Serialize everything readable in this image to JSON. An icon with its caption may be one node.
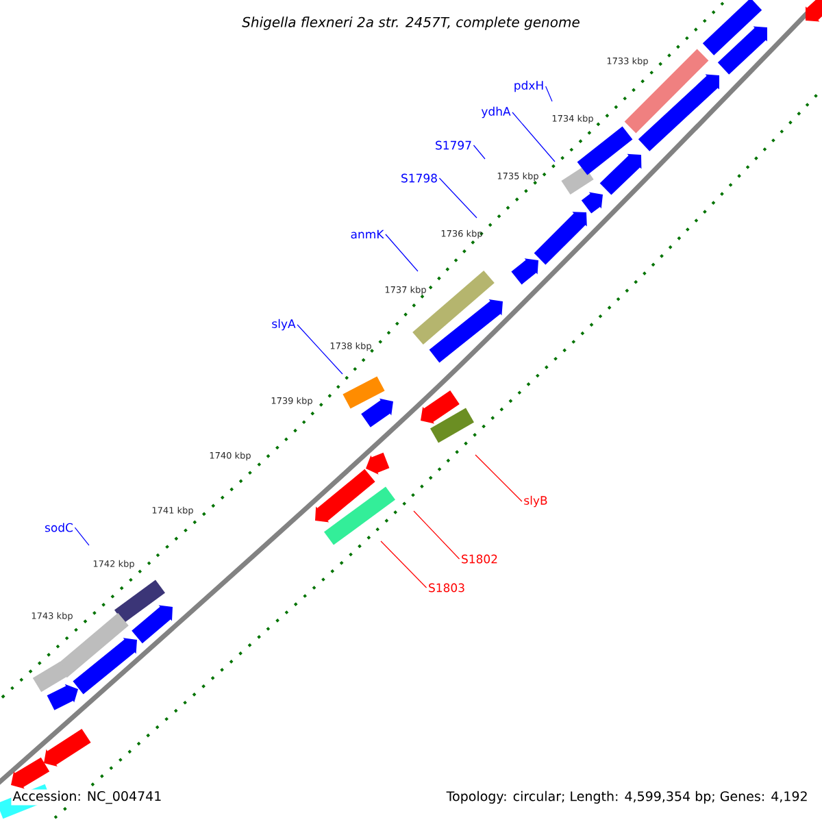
{
  "diagram": {
    "title": "Shigella flexneri 2a str. 2457T, complete genome",
    "nodes": [
      {
        "text": [
          "pdxH"
        ]
      },
      {
        "text": [
          "ydhA"
        ]
      },
      {
        "text": [
          "S1797"
        ]
      },
      {
        "text": [
          "S1798"
        ]
      },
      {
        "text": [
          "anmK"
        ]
      },
      {
        "text": [
          "slyA"
        ]
      },
      {
        "text": [
          "sodC"
        ]
      },
      {
        "text": [
          "slyB"
        ]
      },
      {
        "text": [
          "S1802"
        ]
      },
      {
        "text": [
          "S1803"
        ]
      }
    ],
    "edges": [
      {
        "from": 0,
        "to": null,
        "arrow": "none"
      },
      {
        "from": 1,
        "to": null,
        "arrow": "none"
      },
      {
        "from": 2,
        "to": null,
        "arrow": "none"
      },
      {
        "from": 3,
        "to": null,
        "arrow": "none"
      },
      {
        "from": 4,
        "to": null,
        "arrow": "none"
      },
      {
        "from": 5,
        "to": null,
        "arrow": "none"
      },
      {
        "from": 6,
        "to": null,
        "arrow": "none"
      },
      {
        "from": 7,
        "to": null,
        "arrow": "none",
        "color": "#ff0000"
      },
      {
        "from": 8,
        "to": null,
        "arrow": "none",
        "color": "#ff0000"
      },
      {
        "from": 9,
        "to": null,
        "arrow": "none",
        "color": "#ff0000"
      }
    ],
    "labels": [
      "1733 kbp",
      "1734 kbp",
      "1735 kbp",
      "1736 kbp",
      "1737 kbp",
      "1738 kbp",
      "1739 kbp",
      "1740 kbp",
      "1741 kbp",
      "1742 kbp",
      "1743 kbp",
      "Accession: NC_004741",
      "Topology: circular; Length: 4,599,354 bp; Genes: 4,192"
    ]
  }
}
